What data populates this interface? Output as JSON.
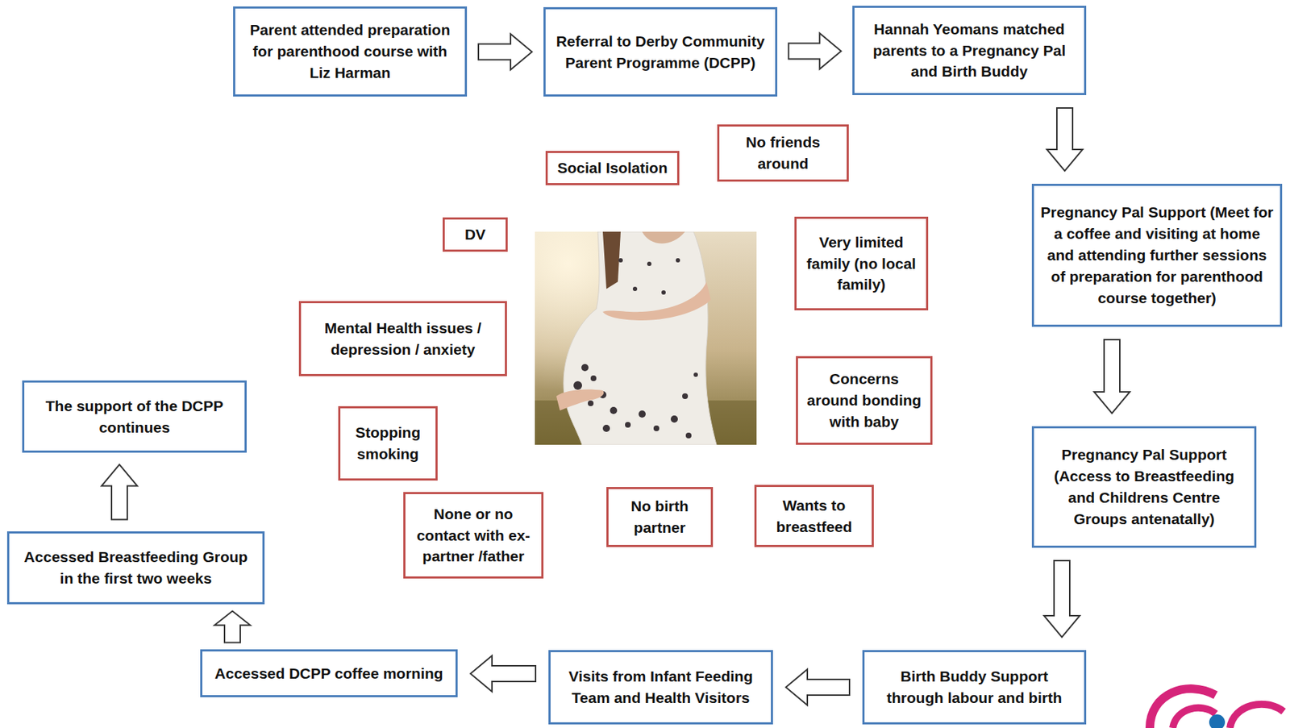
{
  "diagram": {
    "nodes": [
      {
        "text": [
          "Parent attended preparation for parenthood course with Liz Harman"
        ]
      },
      {
        "text": [
          "Referral to Derby Community Parent Programme (DCPP)"
        ]
      },
      {
        "text": [
          "Hannah Yeomans matched parents to a Pregnancy Pal and Birth Buddy"
        ]
      },
      {
        "text": [
          "Pregnancy Pal Support (Meet for a coffee and visiting at home and attending further sessions of preparation for parenthood course together)"
        ]
      },
      {
        "text": [
          "Pregnancy Pal Support (Access to Breastfeeding and Childrens Centre Groups antenatally)"
        ]
      },
      {
        "text": [
          "Birth Buddy Support through labour and birth"
        ]
      },
      {
        "text": [
          "Visits from Infant Feeding Team and Health Visitors"
        ]
      },
      {
        "text": [
          "Accessed DCPP coffee morning"
        ]
      },
      {
        "text": [
          "Accessed Breastfeeding Group in the first two weeks"
        ]
      },
      {
        "text": [
          "The support of the DCPP continues"
        ]
      },
      {
        "text": [
          "No friends around"
        ]
      },
      {
        "text": [
          "Social Isolation"
        ]
      },
      {
        "text": [
          "DV"
        ]
      },
      {
        "text": [
          "Very limited family (no local family)"
        ]
      },
      {
        "text": [
          "Mental Health issues / depression / anxiety"
        ]
      },
      {
        "text": [
          "Concerns around bonding with baby"
        ]
      },
      {
        "text": [
          "Stopping smoking"
        ]
      },
      {
        "text": [
          "None or no contact with ex-partner /father"
        ]
      },
      {
        "text": [
          "No birth partner"
        ]
      },
      {
        "text": [
          "Wants to breastfeed"
        ]
      }
    ],
    "edges": [
      {
        "from": 0,
        "to": 1,
        "arrow": "to"
      },
      {
        "from": 1,
        "to": 2,
        "arrow": "to"
      },
      {
        "from": 2,
        "to": 3,
        "arrow": "to"
      },
      {
        "from": 3,
        "to": 4,
        "arrow": "to"
      },
      {
        "from": 4,
        "to": 5,
        "arrow": "to"
      },
      {
        "from": 5,
        "to": 6,
        "arrow": "to"
      },
      {
        "from": 6,
        "to": 7,
        "arrow": "to"
      },
      {
        "from": 7,
        "to": 8,
        "arrow": "to"
      },
      {
        "from": 8,
        "to": 9,
        "arrow": "to"
      }
    ]
  }
}
